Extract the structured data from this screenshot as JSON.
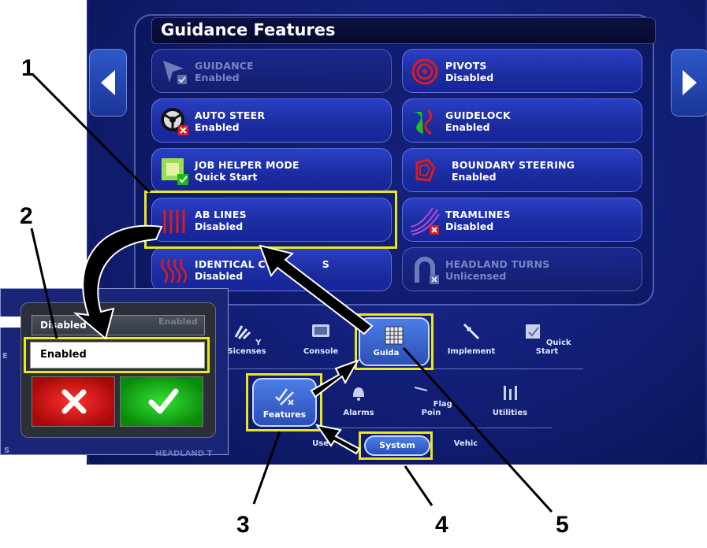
{
  "panel": {
    "title": "Guidance Features"
  },
  "tiles": [
    {
      "name": "GUIDANCE",
      "status": "Enabled"
    },
    {
      "name": "PIVOTS",
      "status": "Disabled"
    },
    {
      "name": "AUTO STEER",
      "status": "Enabled"
    },
    {
      "name": "GUIDELOCK",
      "status": "Enabled"
    },
    {
      "name": "JOB HELPER MODE",
      "status": "Quick Start"
    },
    {
      "name": "BOUNDARY STEERING",
      "status": "Enabled"
    },
    {
      "name": "AB LINES",
      "status": "Disabled"
    },
    {
      "name": "TRAMLINES",
      "status": "Disabled"
    },
    {
      "name": "IDENTICAL C",
      "name_tail": "S",
      "status": "Disabled"
    },
    {
      "name": "HEADLAND TURNS",
      "status": "Unlicensed"
    }
  ],
  "menu_row1": [
    "Y Sicenses",
    "Console",
    "Guida",
    "Implement",
    "Quick Start"
  ],
  "menu_row2": [
    "Features",
    "Alarms",
    "Flag Poin",
    "Utilities"
  ],
  "menu_row3": [
    "User",
    "System",
    "Vehic"
  ],
  "popup": {
    "current": "Disabled",
    "option": "Enabled",
    "left_fragment": "E",
    "bottom_fragment": "S",
    "bg_fragment": "HEADLAND T",
    "bg_fragment2": "Enabled"
  },
  "callouts": [
    "1",
    "2",
    "3",
    "4",
    "5"
  ],
  "colors": {
    "highlight": "#e8e81a",
    "cancel": "#e0191e",
    "confirm": "#1cb71c",
    "screen_bg": "#13207a"
  }
}
